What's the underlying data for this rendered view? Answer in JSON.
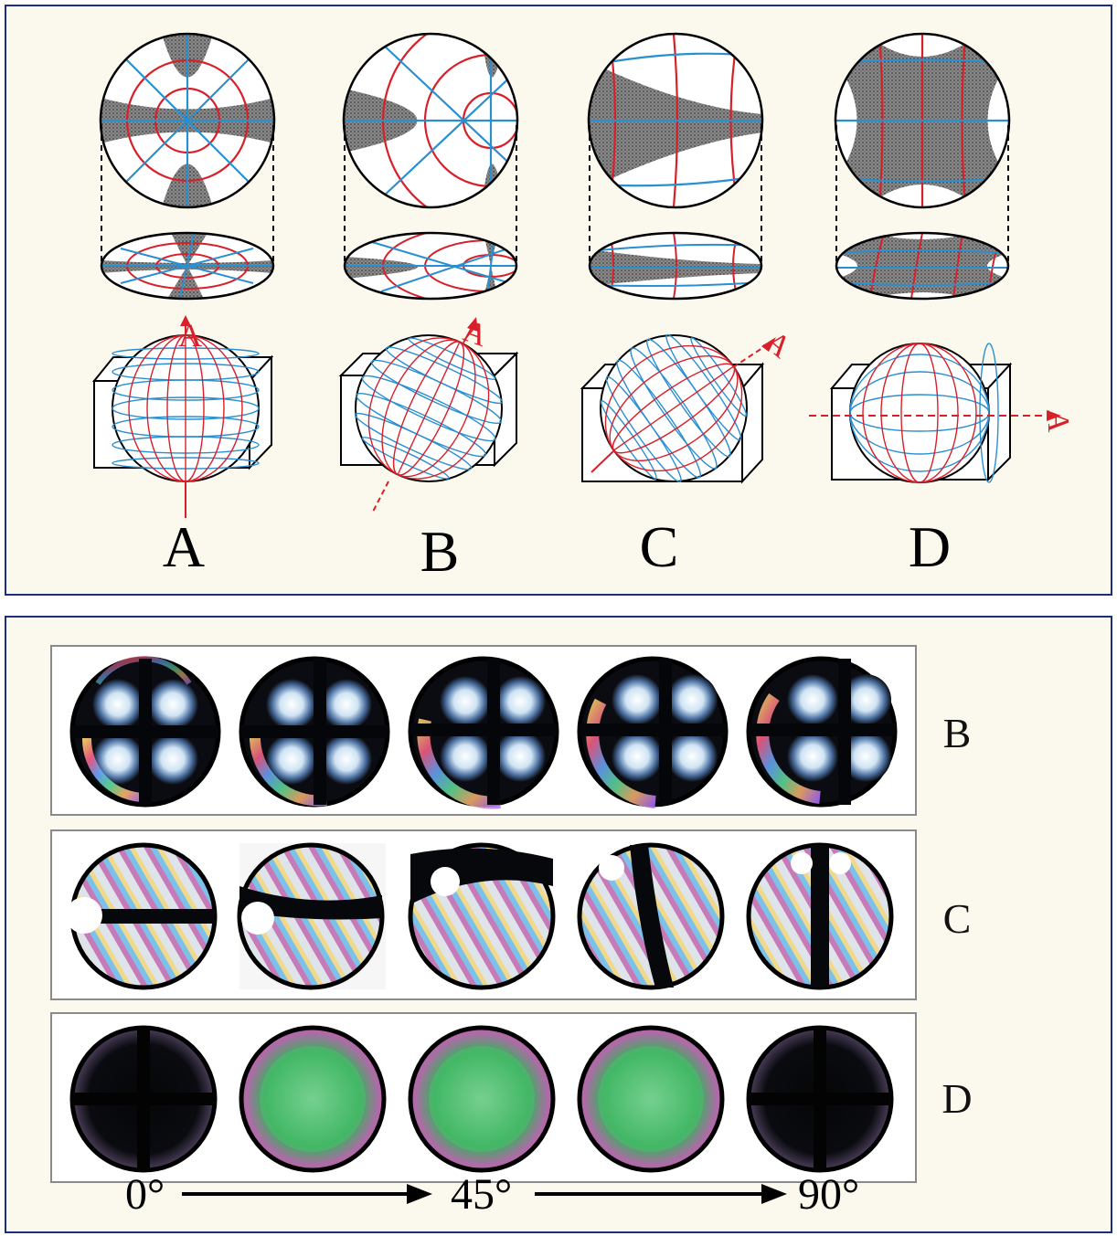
{
  "top_panel": {
    "columns": [
      {
        "id": "A",
        "label": "A",
        "axis_marker": "A"
      },
      {
        "id": "B",
        "label": "B",
        "axis_marker": "A"
      },
      {
        "id": "C",
        "label": "C",
        "axis_marker": "A"
      },
      {
        "id": "D",
        "label": "D",
        "axis_marker": "A"
      }
    ]
  },
  "bottom_panel": {
    "rows": [
      {
        "label": "B",
        "pattern": "isogyre-cross"
      },
      {
        "label": "C",
        "pattern": "off-center-fringes"
      },
      {
        "label": "D",
        "pattern": "flash-figure"
      }
    ],
    "angles": {
      "start": "0°",
      "middle": "45°",
      "end": "90°"
    }
  },
  "colors": {
    "panel_border": "#1c2f7a",
    "panel_bg": "#fbf9ee",
    "red_lines": "#d8202a",
    "blue_lines": "#2a8fd1",
    "shading": "#555555",
    "flash_green": "#35b15a",
    "flash_magenta": "#c05aa8"
  }
}
